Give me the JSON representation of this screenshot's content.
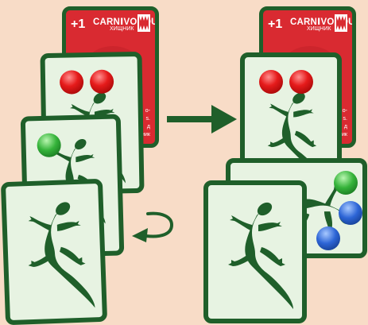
{
  "trait_card": {
    "bonus": "+1",
    "title_prefix": "CARN",
    "title_accent": "I",
    "title_suffix": "VOROUS",
    "subtitle": "ХИЩНИК",
    "side_text_left": [
      "о-",
      "s.",
      "д",
      "щник"
    ],
    "side_text_right": [
      "о-",
      "s.",
      "д",
      "щник"
    ]
  },
  "colors": {
    "background": "#f8dcc7",
    "card_border": "#1f5f2a",
    "card_face": "#e7f3e2",
    "trait_card_red": "#d92a31",
    "arrow": "#1f5f2a"
  },
  "scene": {
    "before": {
      "animal_cards": 3,
      "red_tokens": 2,
      "green_tokens": 1,
      "blue_tokens": 0
    },
    "after": {
      "animal_cards": 3,
      "red_tokens": 2,
      "green_tokens": 1,
      "blue_tokens": 2
    }
  },
  "icons": [
    "lizard-icon",
    "carnivorous-jaw-icon",
    "right-arrow-icon",
    "curved-return-arrow-icon"
  ]
}
